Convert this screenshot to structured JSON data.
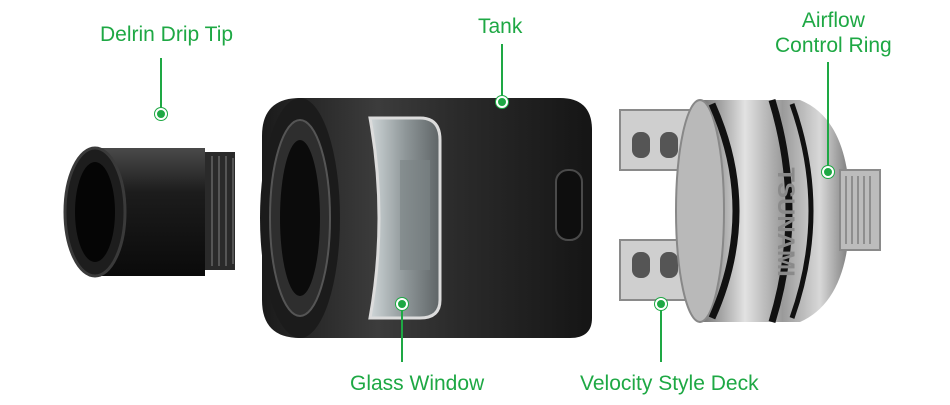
{
  "labels": {
    "drip_tip": "Delrin Drip Tip",
    "tank": "Tank",
    "airflow_line1": "Airflow",
    "airflow_line2": "Control Ring",
    "glass_window": "Glass Window",
    "velocity_deck": "Velocity Style Deck"
  },
  "brand_engraving": "TSUNAMI",
  "colors": {
    "accent": "#1ea844",
    "tank_body": "#2b2b2b",
    "steel": "#bdbdbd"
  }
}
